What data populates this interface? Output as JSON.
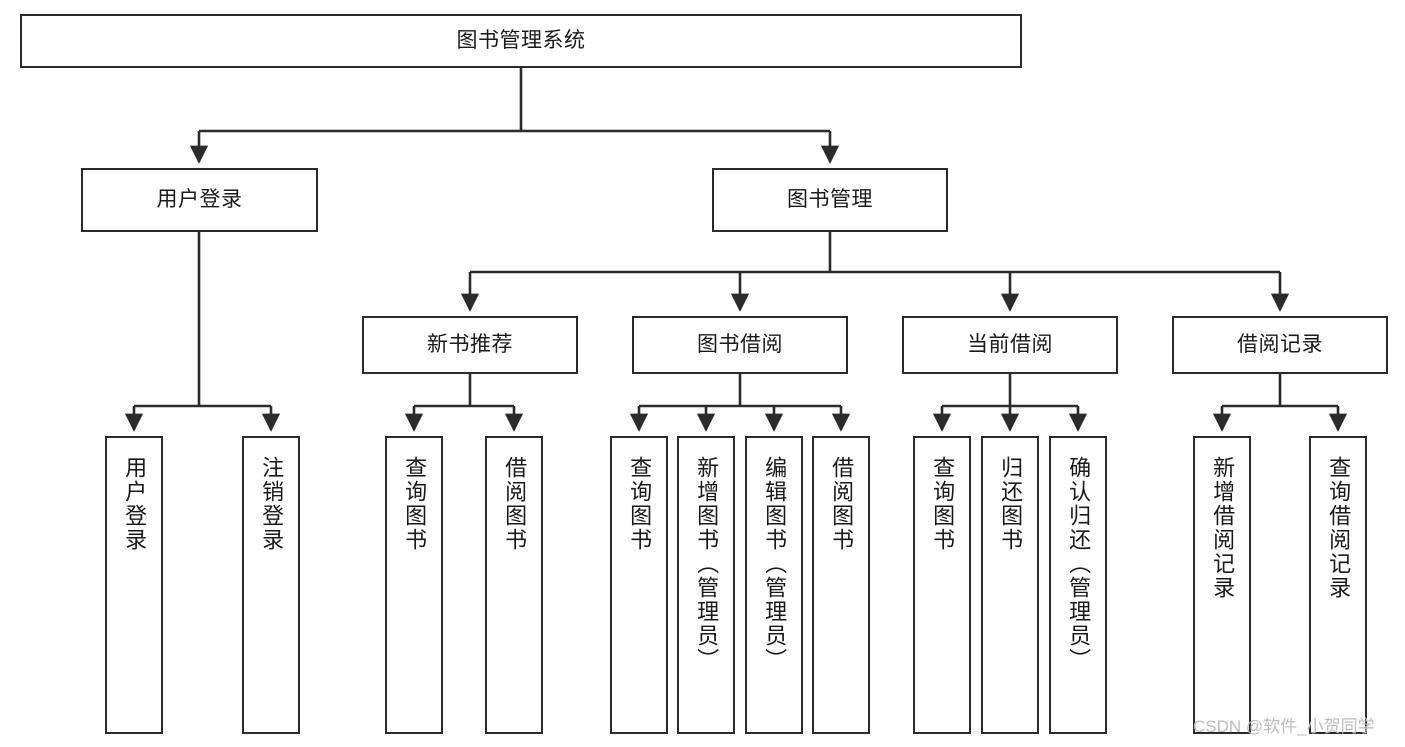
{
  "diagram": {
    "title": "图书管理系统",
    "type": "tree",
    "orientation": "top-down",
    "colors": {
      "stroke": "#2b2b2b",
      "fill": "#ffffff",
      "text": "#1a1a1a",
      "background": "#ffffff",
      "watermark": "#bcbcbc"
    },
    "nodes": {
      "root": {
        "label": "图书管理系统"
      },
      "level1": [
        {
          "id": "user-login",
          "label": "用户登录"
        },
        {
          "id": "book-manage",
          "label": "图书管理"
        }
      ],
      "level2": [
        {
          "id": "new-book-recommend",
          "label": "新书推荐"
        },
        {
          "id": "book-borrow",
          "label": "图书借阅"
        },
        {
          "id": "current-borrow",
          "label": "当前借阅"
        },
        {
          "id": "borrow-record",
          "label": "借阅记录"
        }
      ],
      "leaves": {
        "user-login": [
          {
            "id": "leaf-user-login",
            "label": "用户登录"
          },
          {
            "id": "leaf-user-logout",
            "label": "注销登录"
          }
        ],
        "new-book-recommend": [
          {
            "id": "leaf-query-book-1",
            "label": "查询图书"
          },
          {
            "id": "leaf-borrow-book-1",
            "label": "借阅图书"
          }
        ],
        "book-borrow": [
          {
            "id": "leaf-query-book-2",
            "label": "查询图书"
          },
          {
            "id": "leaf-add-book",
            "label": "新增图书（管理员）"
          },
          {
            "id": "leaf-edit-book",
            "label": "编辑图书（管理员）"
          },
          {
            "id": "leaf-borrow-book-2",
            "label": "借阅图书"
          }
        ],
        "current-borrow": [
          {
            "id": "leaf-query-book-3",
            "label": "查询图书"
          },
          {
            "id": "leaf-return-book",
            "label": "归还图书"
          },
          {
            "id": "leaf-confirm-return",
            "label": "确认归还（管理员）"
          }
        ],
        "borrow-record": [
          {
            "id": "leaf-add-record",
            "label": "新增借阅记录"
          },
          {
            "id": "leaf-query-record",
            "label": "查询借阅记录"
          }
        ]
      }
    },
    "watermark": "CSDN @软件_小贺同学"
  }
}
